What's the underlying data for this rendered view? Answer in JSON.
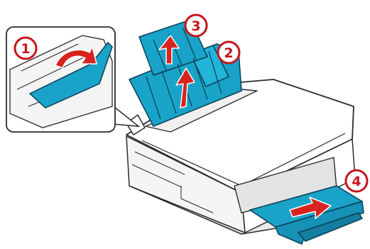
{
  "steps": [
    {
      "label": "1"
    },
    {
      "label": "2"
    },
    {
      "label": "3"
    },
    {
      "label": "4"
    }
  ],
  "colors": {
    "paper_support": "#1aa3c8",
    "paper_support_edge": "#0a3e55",
    "arrow": "#d8231f",
    "arrow_edge": "#ffffff",
    "circle": "#c4161c",
    "printer_body": "#ffffff",
    "printer_line": "#2b2b2b",
    "printer_shade": "#d9d9d9"
  },
  "icons": {
    "step_marker": "circled-number-icon",
    "direction": "arrow-icon"
  }
}
